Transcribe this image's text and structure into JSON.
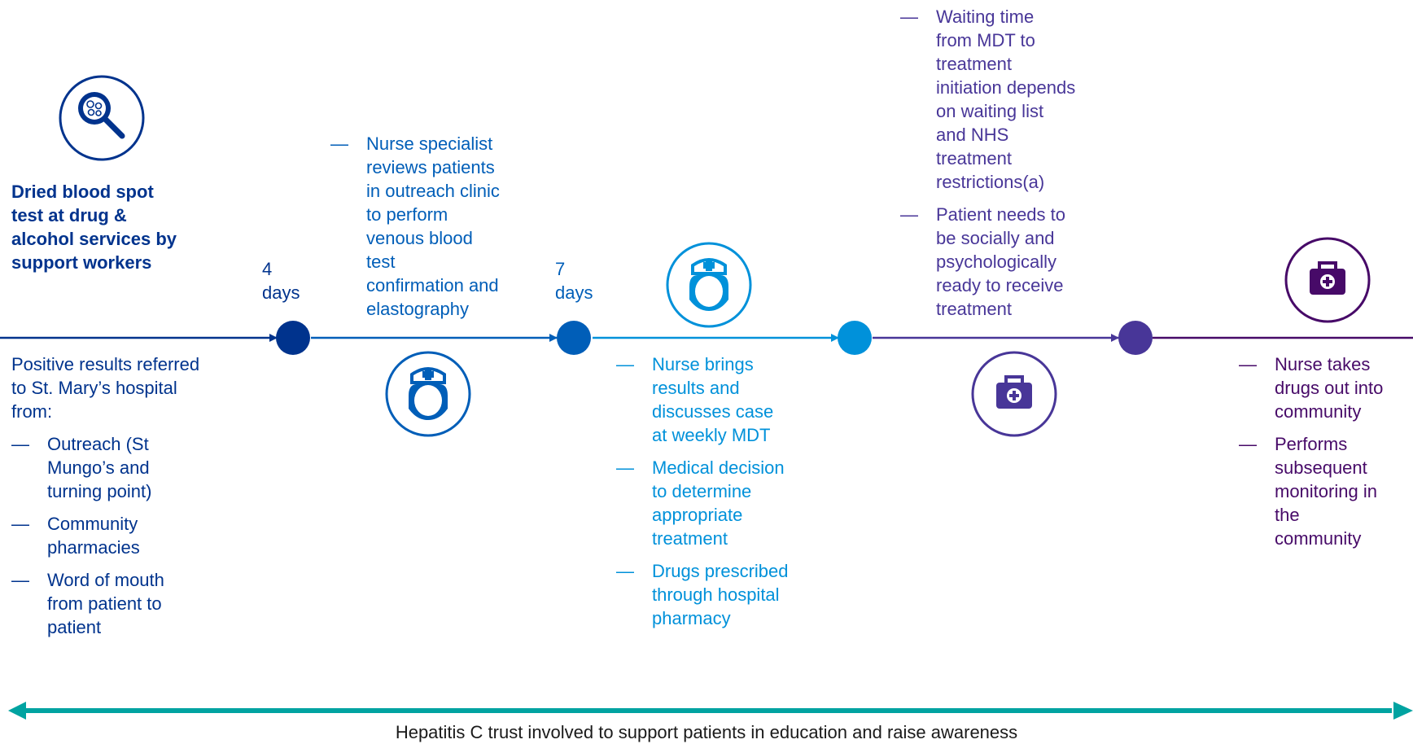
{
  "step1": {
    "title_lines": [
      "Dried blood spot",
      "test at drug &",
      "alcohol services by",
      "support workers"
    ],
    "intro_lines": [
      "Positive results referred",
      "to St. Mary’s hospital",
      "from:"
    ],
    "bullets": [
      [
        "Outreach (St",
        "Mungo’s and",
        "turning point)"
      ],
      [
        "Community",
        "pharmacies"
      ],
      [
        "Word of mouth",
        "from patient to",
        "patient"
      ]
    ]
  },
  "gap1": {
    "number": "4",
    "unit": "days"
  },
  "step2": {
    "bullets": [
      [
        "Nurse specialist",
        "reviews patients",
        "in outreach clinic",
        "to perform",
        "venous blood",
        "test",
        "confirmation and",
        "elastography"
      ]
    ]
  },
  "gap2": {
    "number": "7",
    "unit": "days"
  },
  "step3": {
    "bullets": [
      [
        "Nurse brings",
        "results and",
        "discusses case",
        "at weekly MDT"
      ],
      [
        "Medical decision",
        "to determine",
        "appropriate",
        "treatment"
      ],
      [
        "Drugs prescribed",
        "through hospital",
        "pharmacy"
      ]
    ]
  },
  "step4": {
    "bullets": [
      [
        "Waiting time",
        "from MDT to",
        "treatment",
        "initiation depends",
        "on waiting list",
        "and NHS",
        "treatment",
        "restrictions(a)"
      ],
      [
        "Patient needs to",
        "be socially and",
        "psychologically",
        "ready to receive",
        "treatment"
      ]
    ]
  },
  "step5": {
    "bullets": [
      [
        "Nurse takes",
        "drugs out into",
        "community"
      ],
      [
        "Performs",
        "subsequent",
        "monitoring in",
        "the",
        "community"
      ]
    ]
  },
  "dash": "—",
  "footer": {
    "text": "Hepatitis C trust involved to support patients in education and raise awareness"
  },
  "colors": {
    "navy": "#00338D",
    "blue": "#005EB8",
    "light_blue": "#0091DA",
    "purple": "#483698",
    "violet": "#470A68",
    "teal": "#00A3A1"
  },
  "icons": [
    "magnifier-cells-icon",
    "nurse-icon",
    "nurse-icon",
    "medical-bag-icon",
    "medical-bag-icon"
  ]
}
